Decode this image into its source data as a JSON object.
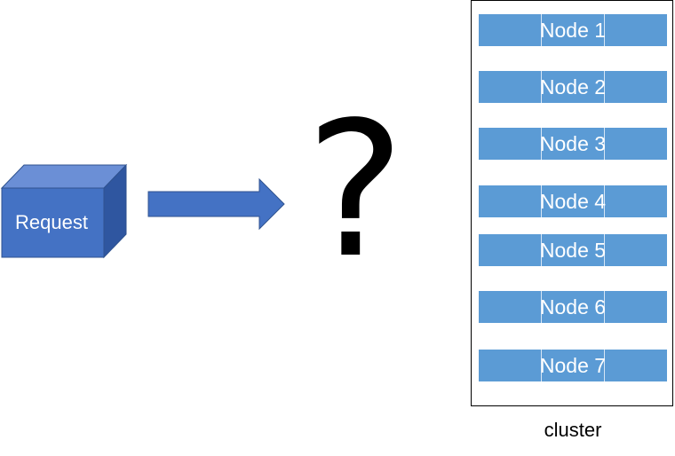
{
  "request": {
    "label": "Request"
  },
  "question_mark": "?",
  "cluster": {
    "label": "cluster",
    "nodes": [
      "Node 1",
      "Node 2",
      "Node 3",
      "Node 4",
      "Node 5",
      "Node 6",
      "Node 7"
    ]
  },
  "colors": {
    "cube_front": "#4472c4",
    "cube_top": "#6b8fd6",
    "cube_side": "#2f56a0",
    "arrow": "#4472c4",
    "node": "#5b9bd5"
  }
}
